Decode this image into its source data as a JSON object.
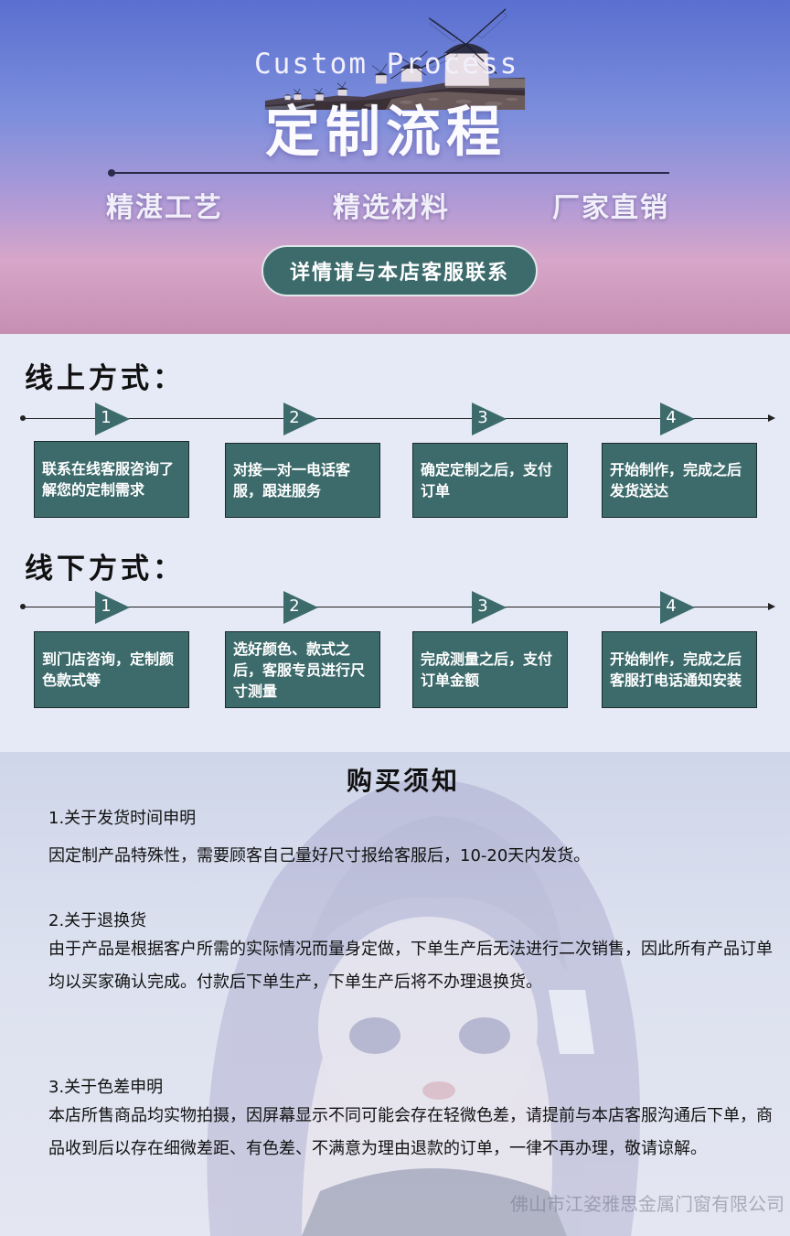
{
  "hero": {
    "title_en": "Custom Process",
    "title_cn": "定制流程",
    "features": [
      "精湛工艺",
      "精选材料",
      "厂家直销"
    ],
    "cta_label": "详情请与本店客服联系"
  },
  "online": {
    "title": "线上方式：",
    "steps": [
      {
        "num": "1",
        "text": "联系在线客服咨询了解您的定制需求"
      },
      {
        "num": "2",
        "text": "对接一对一电话客服，跟进服务"
      },
      {
        "num": "3",
        "text": "确定定制之后，支付订单"
      },
      {
        "num": "4",
        "text": "开始制作，完成之后发货送达"
      }
    ]
  },
  "offline": {
    "title": "线下方式：",
    "steps": [
      {
        "num": "1",
        "text": "到门店咨询，定制颜色款式等"
      },
      {
        "num": "2",
        "text": "选好颜色、款式之后，客服专员进行尺寸测量"
      },
      {
        "num": "3",
        "text": "完成测量之后，支付订单金额"
      },
      {
        "num": "4",
        "text": "开始制作，完成之后客服打电话通知安装"
      }
    ]
  },
  "notice": {
    "title": "购买须知",
    "items": [
      {
        "heading": "1.关于发货时间申明",
        "body": "因定制产品特殊性，需要顾客自己量好尺寸报给客服后，10-20天内发货。"
      },
      {
        "heading": "2.关于退换货",
        "body": "由于产品是根据客户所需的实际情况而量身定做，下单生产后无法进行二次销售，因此所有产品订单均以买家确认完成。付款后下单生产，下单生产后将不办理退换货。"
      },
      {
        "heading": "3.关于色差申明",
        "body": "本店所售商品均实物拍摄，因屏幕显示不同可能会存在轻微色差，请提前与本店客服沟通后下单，商品收到后以存在细微差距、有色差、不满意为理由退款的订单，一律不再办理，敬请谅解。"
      }
    ],
    "watermark": "佛山市江姿雅思金属门窗有限公司"
  }
}
